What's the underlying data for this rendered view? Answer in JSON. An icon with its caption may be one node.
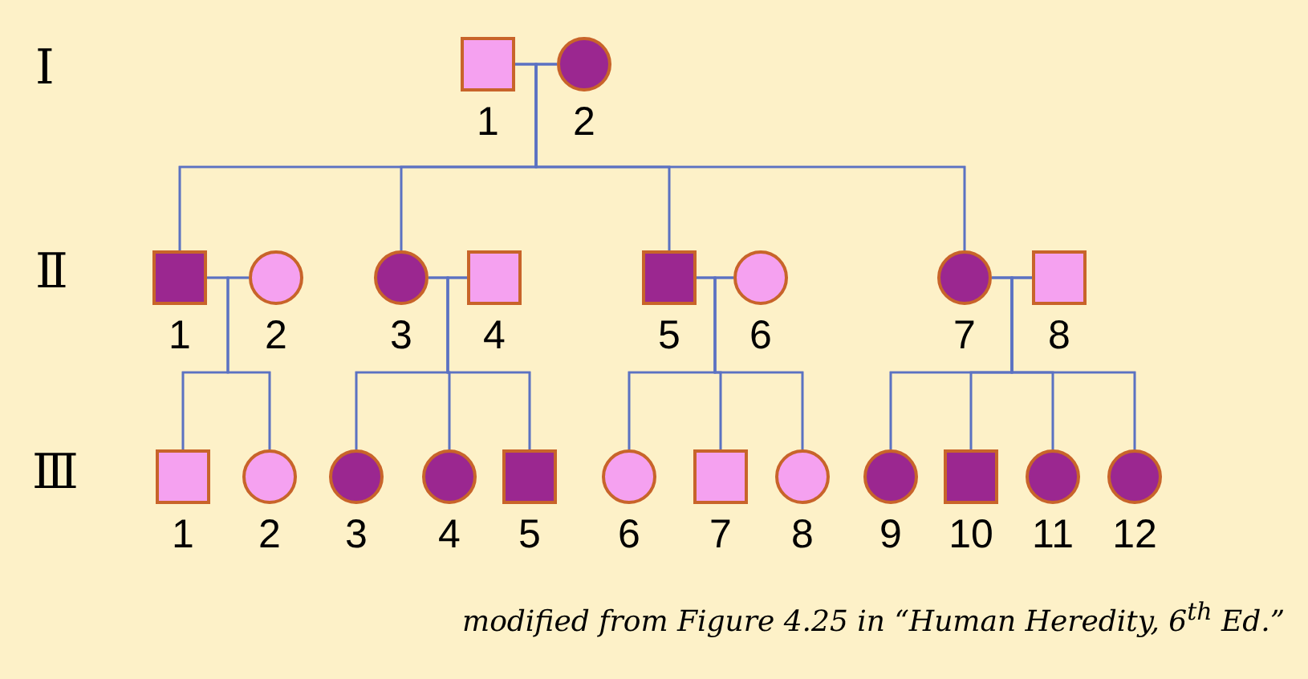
{
  "diagram": {
    "caption": "modified from Figure 4.25 in “Human Heredity, 6$^{th}$ Ed.”",
    "nodes": [
      {
        "text": [],
        "shape": "box",
        "beside": [
          "1"
        ]
      },
      {
        "text": [],
        "shape": "circle",
        "beside": [
          "2"
        ]
      },
      {
        "text": [],
        "shape": "box",
        "beside": [
          "1"
        ]
      },
      {
        "text": [],
        "shape": "circle",
        "beside": [
          "2"
        ]
      },
      {
        "text": [],
        "shape": "circle",
        "beside": [
          "3"
        ]
      },
      {
        "text": [],
        "shape": "box",
        "beside": [
          "4"
        ]
      },
      {
        "text": [],
        "shape": "box",
        "beside": [
          "5"
        ]
      },
      {
        "text": [],
        "shape": "circle",
        "beside": [
          "6"
        ]
      },
      {
        "text": [],
        "shape": "circle",
        "beside": [
          "7"
        ]
      },
      {
        "text": [],
        "shape": "box",
        "beside": [
          "8"
        ]
      },
      {
        "text": [],
        "shape": "box",
        "beside": [
          "1"
        ]
      },
      {
        "text": [],
        "shape": "circle",
        "beside": [
          "2"
        ]
      },
      {
        "text": [],
        "shape": "circle",
        "beside": [
          "3"
        ]
      },
      {
        "text": [],
        "shape": "circle",
        "beside": [
          "4"
        ]
      },
      {
        "text": [],
        "shape": "box",
        "beside": [
          "5"
        ]
      },
      {
        "text": [],
        "shape": "circle",
        "beside": [
          "6"
        ]
      },
      {
        "text": [],
        "shape": "box",
        "beside": [
          "7"
        ]
      },
      {
        "text": [],
        "shape": "circle",
        "beside": [
          "8"
        ]
      },
      {
        "text": [],
        "shape": "circle",
        "beside": [
          "9"
        ]
      },
      {
        "text": [],
        "shape": "box",
        "beside": [
          "10"
        ]
      },
      {
        "text": [],
        "shape": "circle",
        "beside": [
          "11"
        ]
      },
      {
        "text": [],
        "shape": "circle",
        "beside": [
          "12"
        ]
      }
    ],
    "edges": [
      {
        "from": 0,
        "to": 1,
        "arrow": "none"
      },
      {
        "from": 2,
        "to": 3,
        "arrow": "none"
      },
      {
        "from": 4,
        "to": 5,
        "arrow": "none"
      },
      {
        "from": 6,
        "to": 7,
        "arrow": "none"
      },
      {
        "from": 8,
        "to": 9,
        "arrow": "none"
      },
      {
        "from": 0,
        "to": 2,
        "arrow": "none"
      },
      {
        "from": 1,
        "to": 2,
        "arrow": "none"
      },
      {
        "from": 0,
        "to": 4,
        "arrow": "none"
      },
      {
        "from": 1,
        "to": 4,
        "arrow": "none"
      },
      {
        "from": 0,
        "to": 6,
        "arrow": "none"
      },
      {
        "from": 1,
        "to": 6,
        "arrow": "none"
      },
      {
        "from": 0,
        "to": 8,
        "arrow": "none"
      },
      {
        "from": 1,
        "to": 8,
        "arrow": "none"
      },
      {
        "from": 2,
        "to": 10,
        "arrow": "none"
      },
      {
        "from": 3,
        "to": 10,
        "arrow": "none"
      },
      {
        "from": 2,
        "to": 11,
        "arrow": "none"
      },
      {
        "from": 3,
        "to": 11,
        "arrow": "none"
      },
      {
        "from": 4,
        "to": 12,
        "arrow": "none"
      },
      {
        "from": 5,
        "to": 12,
        "arrow": "none"
      },
      {
        "from": 4,
        "to": 13,
        "arrow": "none"
      },
      {
        "from": 5,
        "to": 13,
        "arrow": "none"
      },
      {
        "from": 4,
        "to": 14,
        "arrow": "none"
      },
      {
        "from": 5,
        "to": 14,
        "arrow": "none"
      },
      {
        "from": 6,
        "to": 15,
        "arrow": "none"
      },
      {
        "from": 7,
        "to": 15,
        "arrow": "none"
      },
      {
        "from": 6,
        "to": 16,
        "arrow": "none"
      },
      {
        "from": 7,
        "to": 16,
        "arrow": "none"
      },
      {
        "from": 6,
        "to": 17,
        "arrow": "none"
      },
      {
        "from": 7,
        "to": 17,
        "arrow": "none"
      },
      {
        "from": 8,
        "to": 18,
        "arrow": "none"
      },
      {
        "from": 9,
        "to": 18,
        "arrow": "none"
      },
      {
        "from": 8,
        "to": 19,
        "arrow": "none"
      },
      {
        "from": 9,
        "to": 19,
        "arrow": "none"
      },
      {
        "from": 8,
        "to": 20,
        "arrow": "none"
      },
      {
        "from": 9,
        "to": 20,
        "arrow": "none"
      },
      {
        "from": 8,
        "to": 21,
        "arrow": "none"
      },
      {
        "from": 9,
        "to": 21,
        "arrow": "none"
      }
    ],
    "labels": [
      "Ⅰ",
      "Ⅱ",
      "Ⅲ"
    ]
  }
}
